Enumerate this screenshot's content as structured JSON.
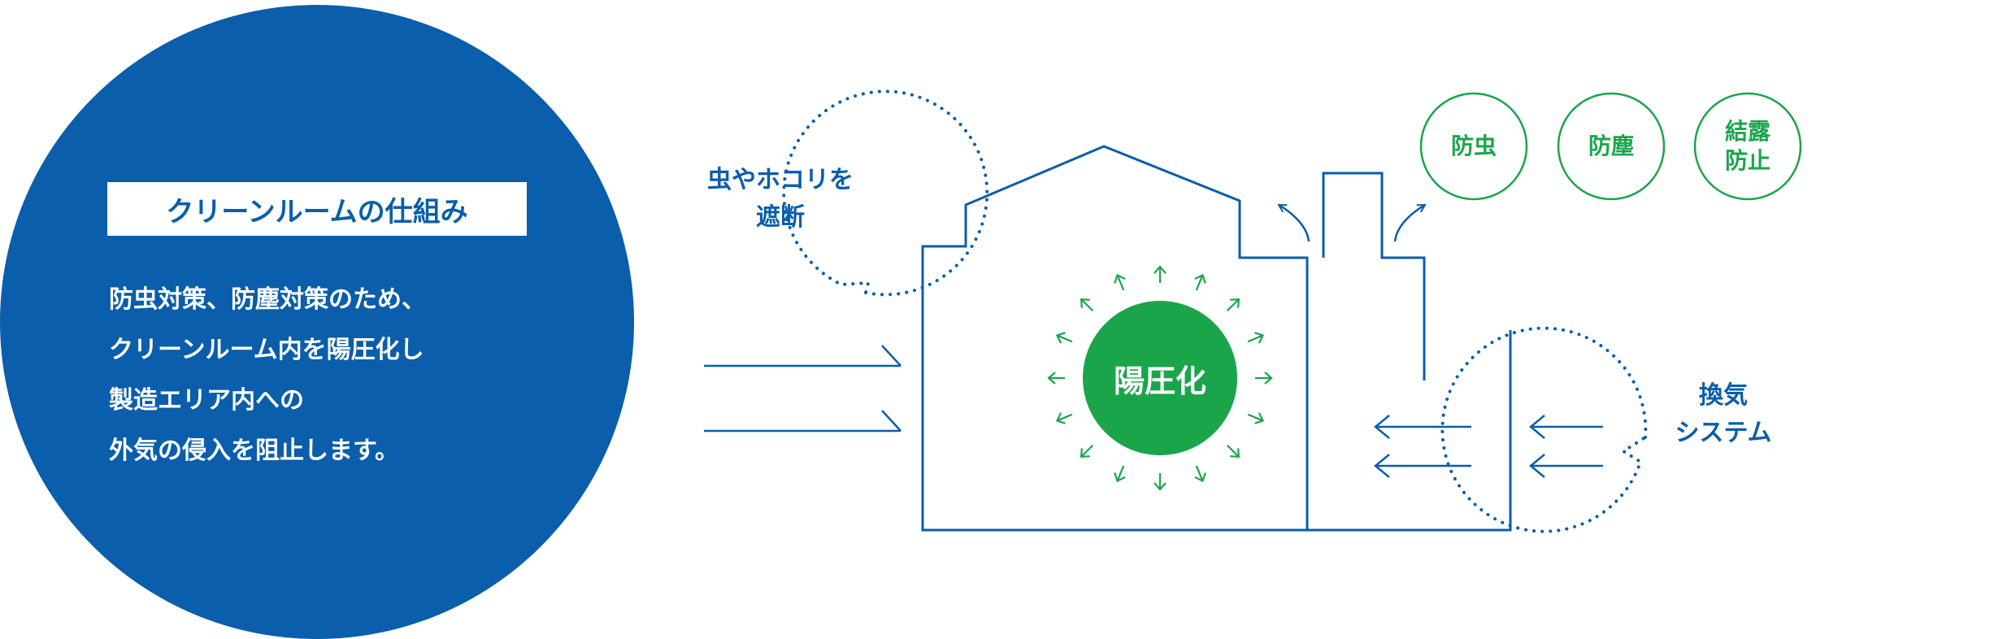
{
  "intro": {
    "title": "クリーンルームの仕組み",
    "lines": [
      "防虫対策、防塵対策のため、",
      "クリーンルーム内を陽圧化し",
      "製造エリア内への",
      "外気の侵入を阻止します。"
    ]
  },
  "bubble_left": {
    "lines": [
      "虫やホコリを",
      "遮断"
    ]
  },
  "bubble_right": {
    "lines": [
      "換気",
      "システム"
    ]
  },
  "center": {
    "label": "陽圧化"
  },
  "benefits": [
    {
      "lines": [
        "防虫"
      ]
    },
    {
      "lines": [
        "防塵"
      ]
    },
    {
      "lines": [
        "結露",
        "防止"
      ]
    }
  ],
  "colors": {
    "blue": "#0a5eab",
    "green": "#1aa54b",
    "white": "#ffffff"
  }
}
